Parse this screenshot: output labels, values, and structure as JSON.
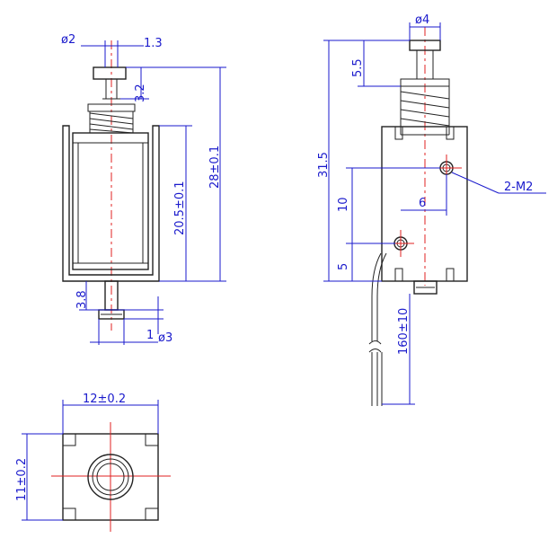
{
  "diagram": {
    "colors": {
      "outline": "#222222",
      "dimension": "#1a1acc",
      "centerline": "#e02020"
    },
    "front_view_labels": {
      "plunger_dia": "ø2",
      "plunger_offset": "1.3",
      "head_height": "3.2",
      "body_height": "20.5±0.1",
      "overall_height": "28±0.1",
      "bottom_length": "3.8",
      "bottom_step": "1",
      "bottom_dia": "ø3"
    },
    "side_view_labels": {
      "head_dia": "ø4",
      "head_height": "5.5",
      "overall_height": "31.5",
      "hole_spacing": "10",
      "hole_offset": "6",
      "hole_bottom": "5",
      "lead_length": "160±10",
      "mount_thread": "2-M2"
    },
    "bottom_view_labels": {
      "width": "12±0.2",
      "depth": "11±0.2"
    }
  }
}
